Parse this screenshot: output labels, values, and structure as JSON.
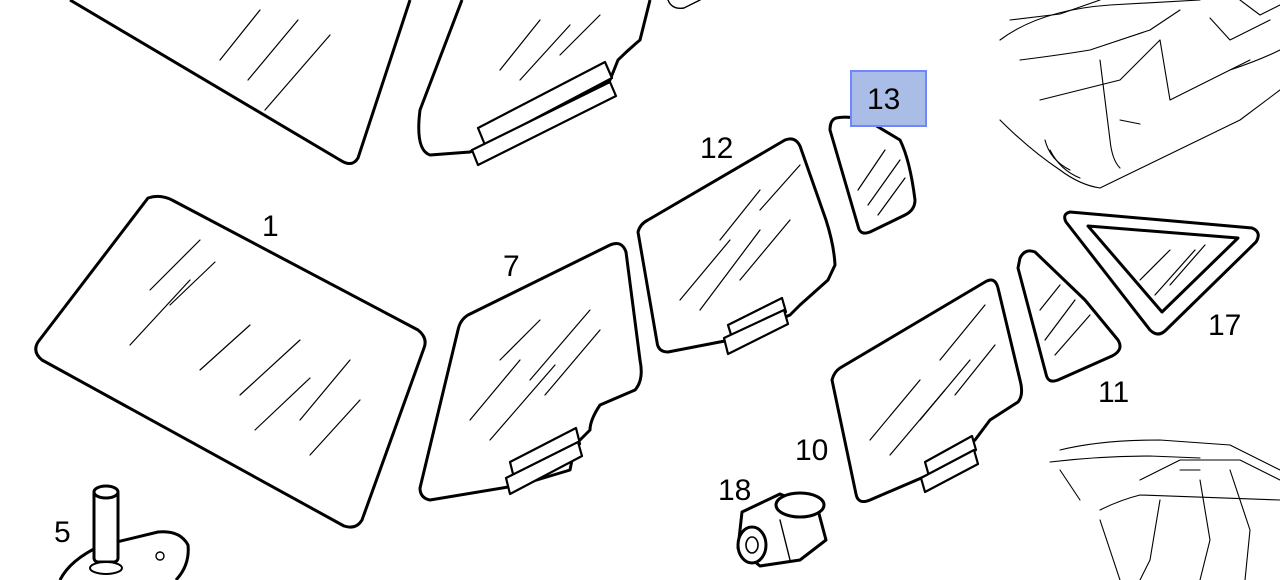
{
  "diagram": {
    "highlight_color": "#aabde6",
    "highlight_border": "#6f86ff",
    "callouts": [
      {
        "label": "1"
      },
      {
        "label": "5"
      },
      {
        "label": "7"
      },
      {
        "label": "10"
      },
      {
        "label": "11"
      },
      {
        "label": "12"
      },
      {
        "label": "13",
        "highlighted": true
      },
      {
        "label": "17"
      },
      {
        "label": "18"
      }
    ]
  }
}
